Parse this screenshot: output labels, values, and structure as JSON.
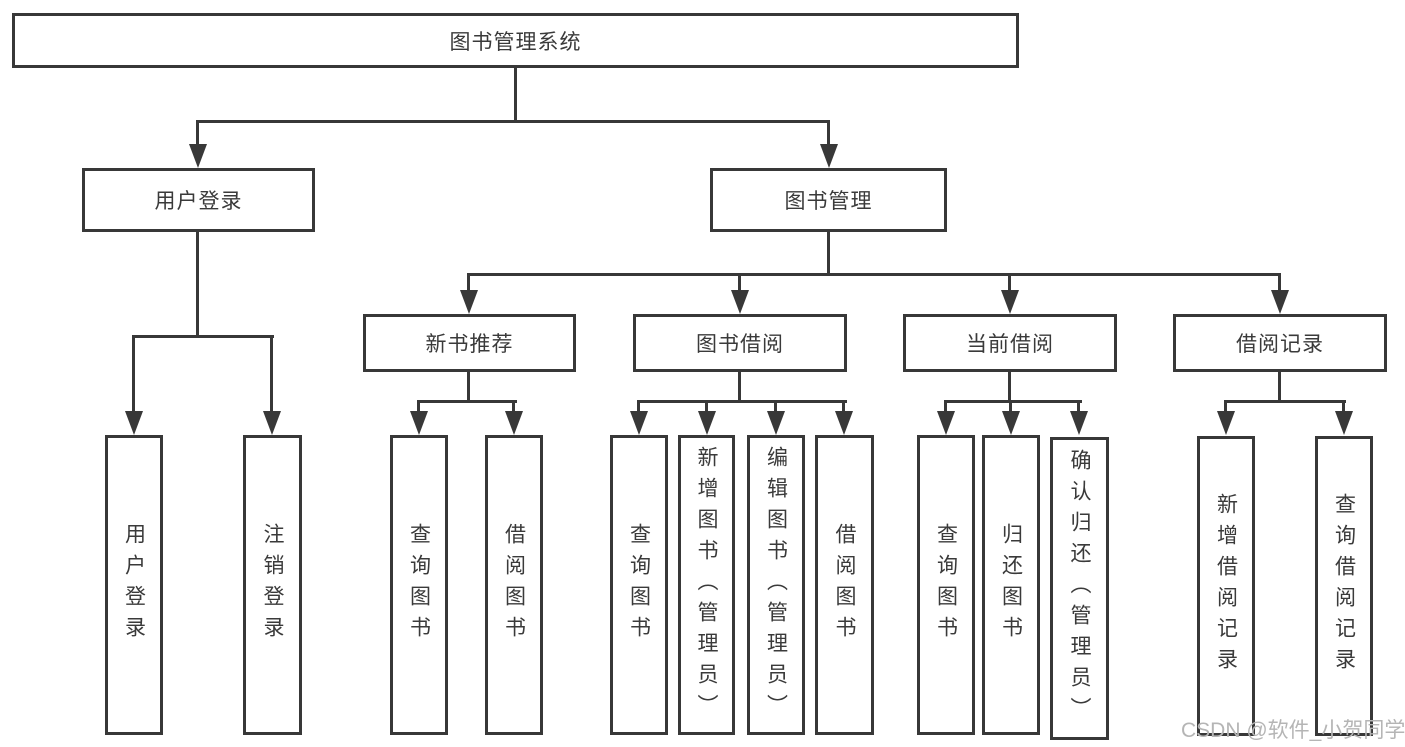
{
  "diagram": {
    "root": {
      "label": "图书管理系统",
      "children": [
        {
          "label": "用户登录",
          "children": [
            {
              "label": "用户登录"
            },
            {
              "label": "注销登录"
            }
          ]
        },
        {
          "label": "图书管理",
          "children": [
            {
              "label": "新书推荐",
              "children": [
                {
                  "label": "查询图书"
                },
                {
                  "label": "借阅图书"
                }
              ]
            },
            {
              "label": "图书借阅",
              "children": [
                {
                  "label": "查询图书"
                },
                {
                  "label": "新增图书（管理员）"
                },
                {
                  "label": "编辑图书（管理员）"
                },
                {
                  "label": "借阅图书"
                }
              ]
            },
            {
              "label": "当前借阅",
              "children": [
                {
                  "label": "查询图书"
                },
                {
                  "label": "归还图书"
                },
                {
                  "label": "确认归还（管理员）"
                }
              ]
            },
            {
              "label": "借阅记录",
              "children": [
                {
                  "label": "新增借阅记录"
                },
                {
                  "label": "查询借阅记录"
                }
              ]
            }
          ]
        }
      ]
    },
    "watermark": "CSDN @软件_小贺同学"
  },
  "colors": {
    "line": "#383838",
    "text": "#3a3a3a",
    "watermark": "#b5b5b5",
    "bg": "#ffffff"
  }
}
